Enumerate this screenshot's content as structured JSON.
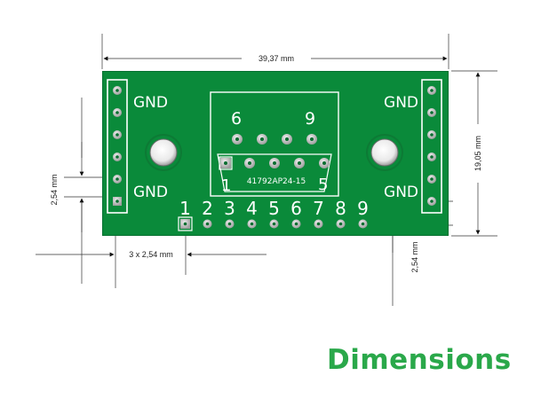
{
  "dimensions": {
    "width": "39,37 mm",
    "height": "19,05 mm",
    "pitch_left": "2,54 mm",
    "pitch_bottom": "2,54 mm",
    "spacing": "3 x 2,54 mm"
  },
  "board": {
    "gnd_top_left": "GND",
    "gnd_bottom_left": "GND",
    "gnd_top_right": "GND",
    "gnd_bottom_right": "GND",
    "pin_top_left": "6",
    "pin_top_right": "9",
    "pin_bottom_left": "1",
    "pin_bottom_right": "5",
    "part_number": "41792AP24-15",
    "header_numbers": [
      "1",
      "2",
      "3",
      "4",
      "5",
      "6",
      "7",
      "8",
      "9"
    ]
  },
  "colors": {
    "pcb": "#0a8a3a",
    "pcb_edge": "#067030",
    "silk": "#ffffff",
    "pad": "#c8c8c8",
    "brand_green": "#2aa84a"
  },
  "footer": {
    "title": "Dimensions"
  }
}
